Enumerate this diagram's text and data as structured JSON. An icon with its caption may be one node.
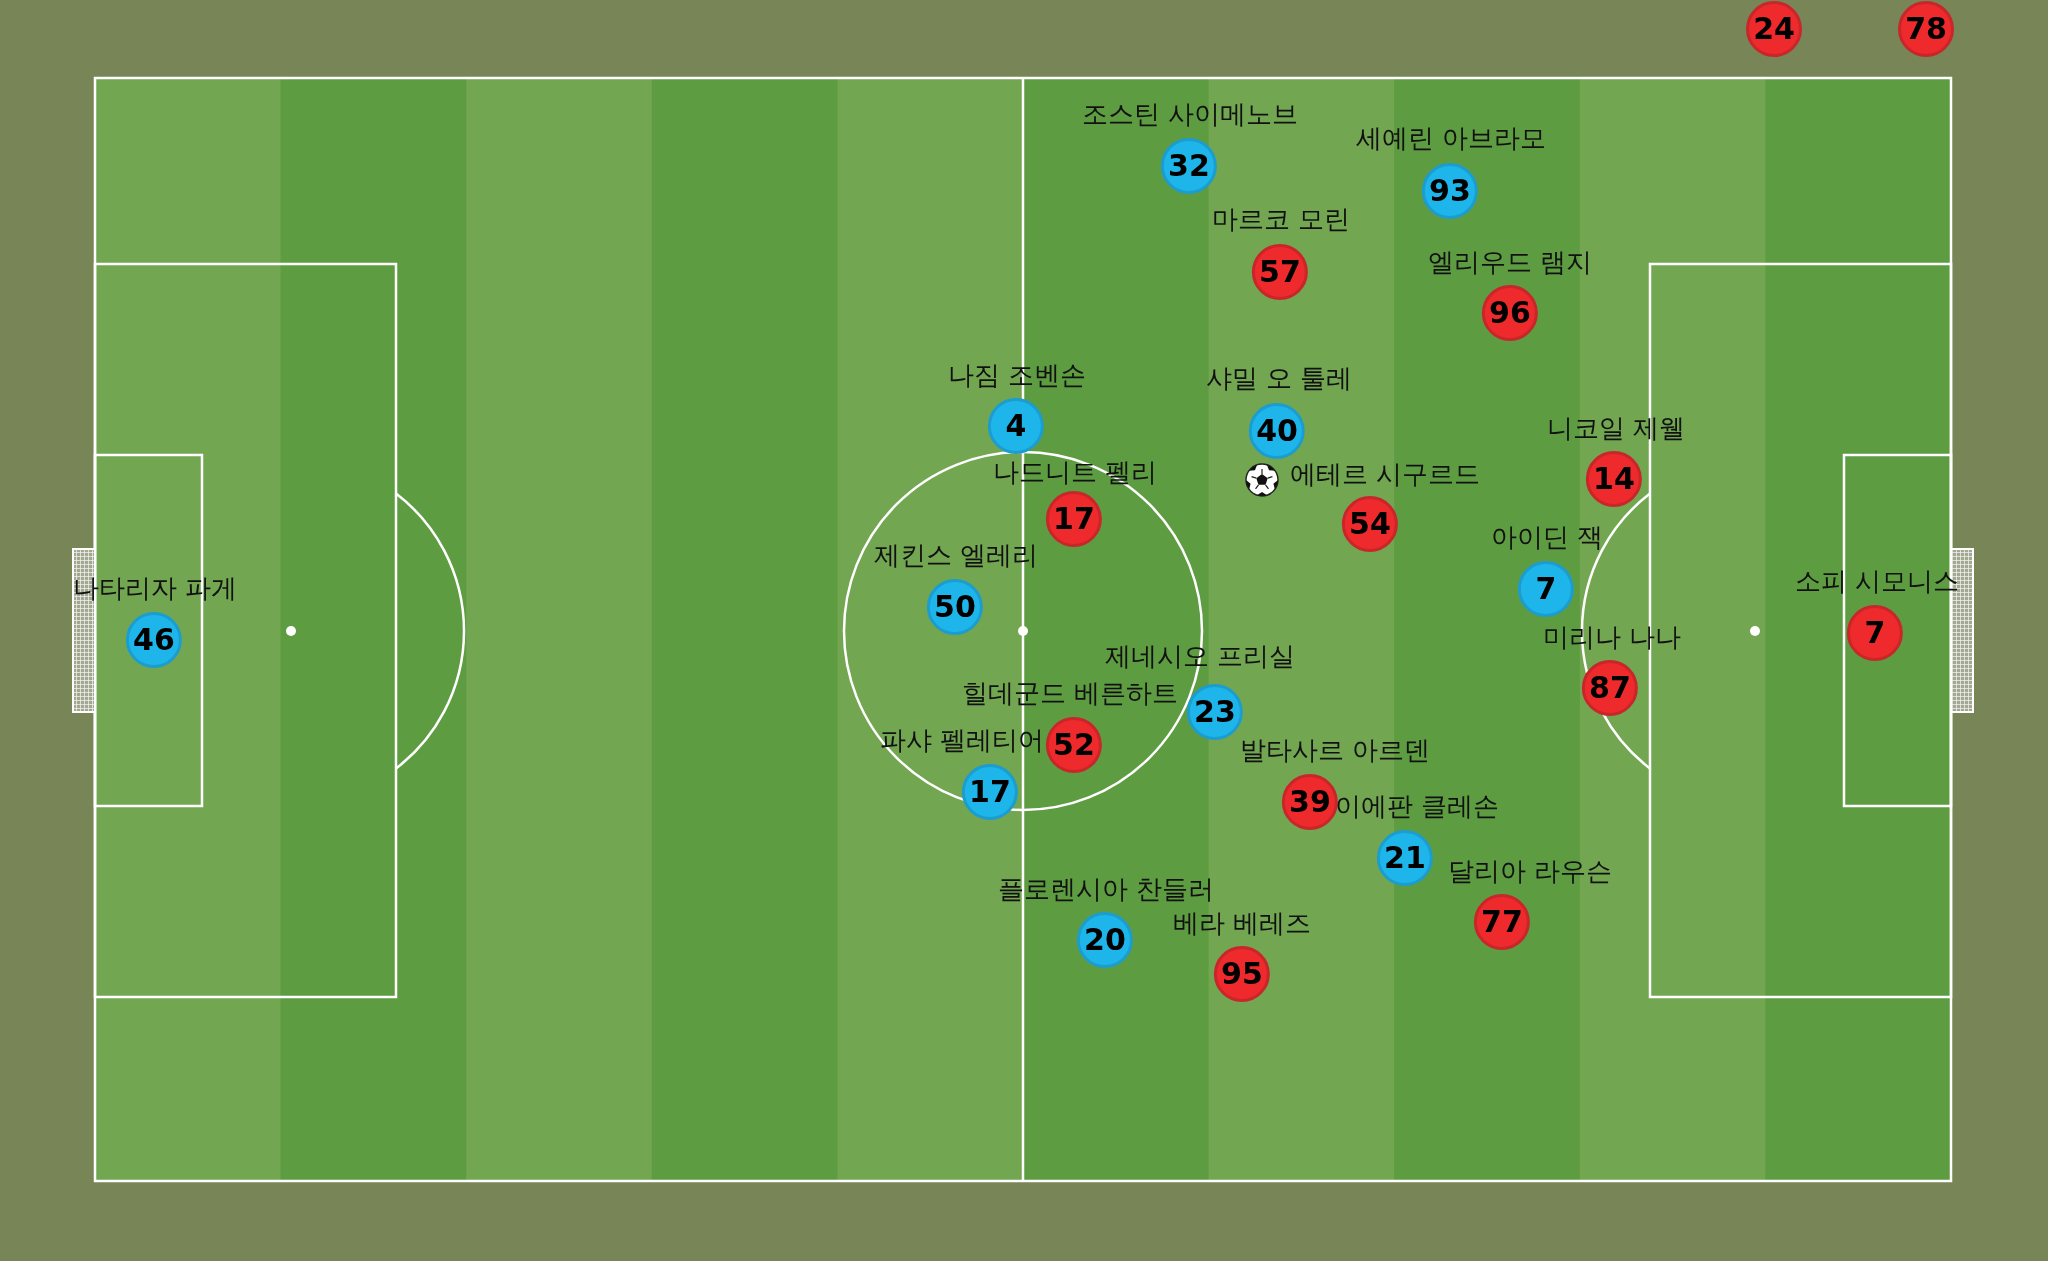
{
  "diagram": {
    "nodes": [
      {
        "text": [
          "24"
        ]
      },
      {
        "text": [
          "78"
        ]
      },
      {
        "text": [
          "조스틴 사이메노브",
          "32"
        ]
      },
      {
        "text": [
          "세예린 아브라모",
          "93"
        ]
      },
      {
        "text": [
          "마르코 모린",
          "57"
        ]
      },
      {
        "text": [
          "엘리우드 램지",
          "96"
        ]
      },
      {
        "text": [
          "나짐 조벤손",
          "4"
        ]
      },
      {
        "text": [
          "샤밀 오 툴레",
          "40"
        ]
      },
      {
        "text": [
          "니코일 제웰",
          "14"
        ]
      },
      {
        "text": [
          "나드니트 펠리",
          "17"
        ]
      },
      {
        "text": [
          "에테르 시구르드",
          "54"
        ]
      },
      {
        "text": [
          "아이딘 잭",
          "7"
        ]
      },
      {
        "text": [
          "제킨스 엘레리",
          "50"
        ]
      },
      {
        "text": [
          "나타리자 파게",
          "46"
        ]
      },
      {
        "text": [
          "소피 시모니스",
          "7"
        ]
      },
      {
        "text": [
          "미리나 나나",
          "87"
        ]
      },
      {
        "text": [
          "제네시오 프리실",
          "23"
        ]
      },
      {
        "text": [
          "힐데군드 베른하트",
          "52"
        ]
      },
      {
        "text": [
          "파샤 펠레티어",
          "17"
        ]
      },
      {
        "text": [
          "발타사르 아르덴",
          "39"
        ]
      },
      {
        "text": [
          "이에판 클레손",
          "21"
        ]
      },
      {
        "text": [
          "달리아 라우슨",
          "77"
        ]
      },
      {
        "text": [
          "플로렌시아 찬들러",
          "20"
        ]
      },
      {
        "text": [
          "베라 베레즈",
          "95"
        ]
      }
    ]
  }
}
